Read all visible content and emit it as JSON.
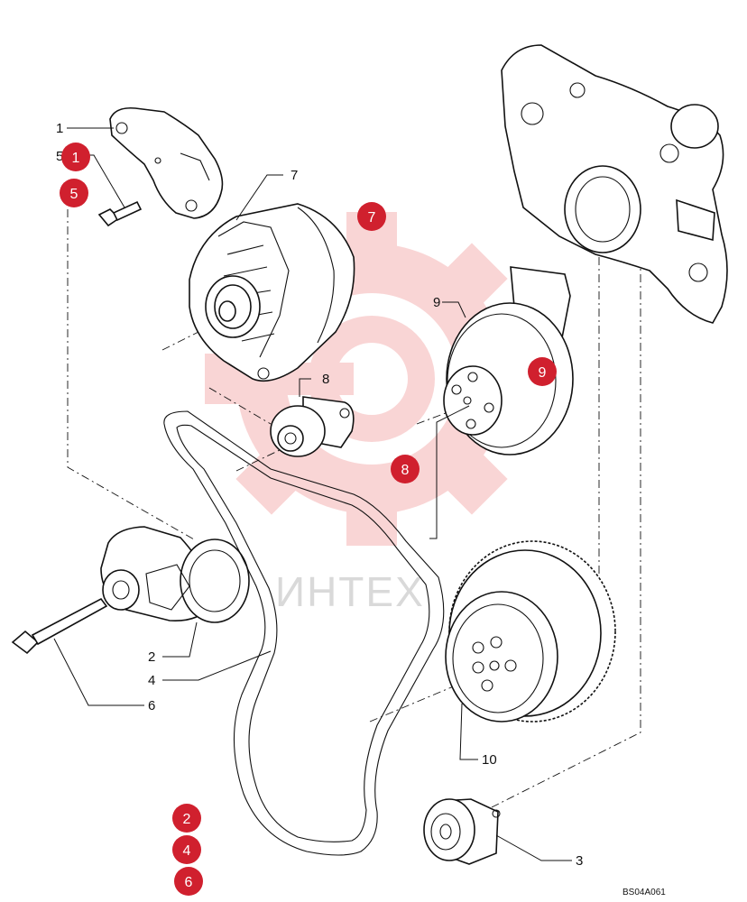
{
  "callouts": [
    "1",
    "5",
    "7",
    "8",
    "9",
    "2",
    "4",
    "6",
    "10",
    "3"
  ],
  "badges": [
    "1",
    "5",
    "7",
    "9",
    "8",
    "2",
    "4",
    "6"
  ],
  "watermark_text": "ИНТЕХ",
  "reference_code": "BS04A061",
  "colors": {
    "badge": "#d0202e",
    "watermark": "#f4a7a7",
    "line": "#111111"
  }
}
